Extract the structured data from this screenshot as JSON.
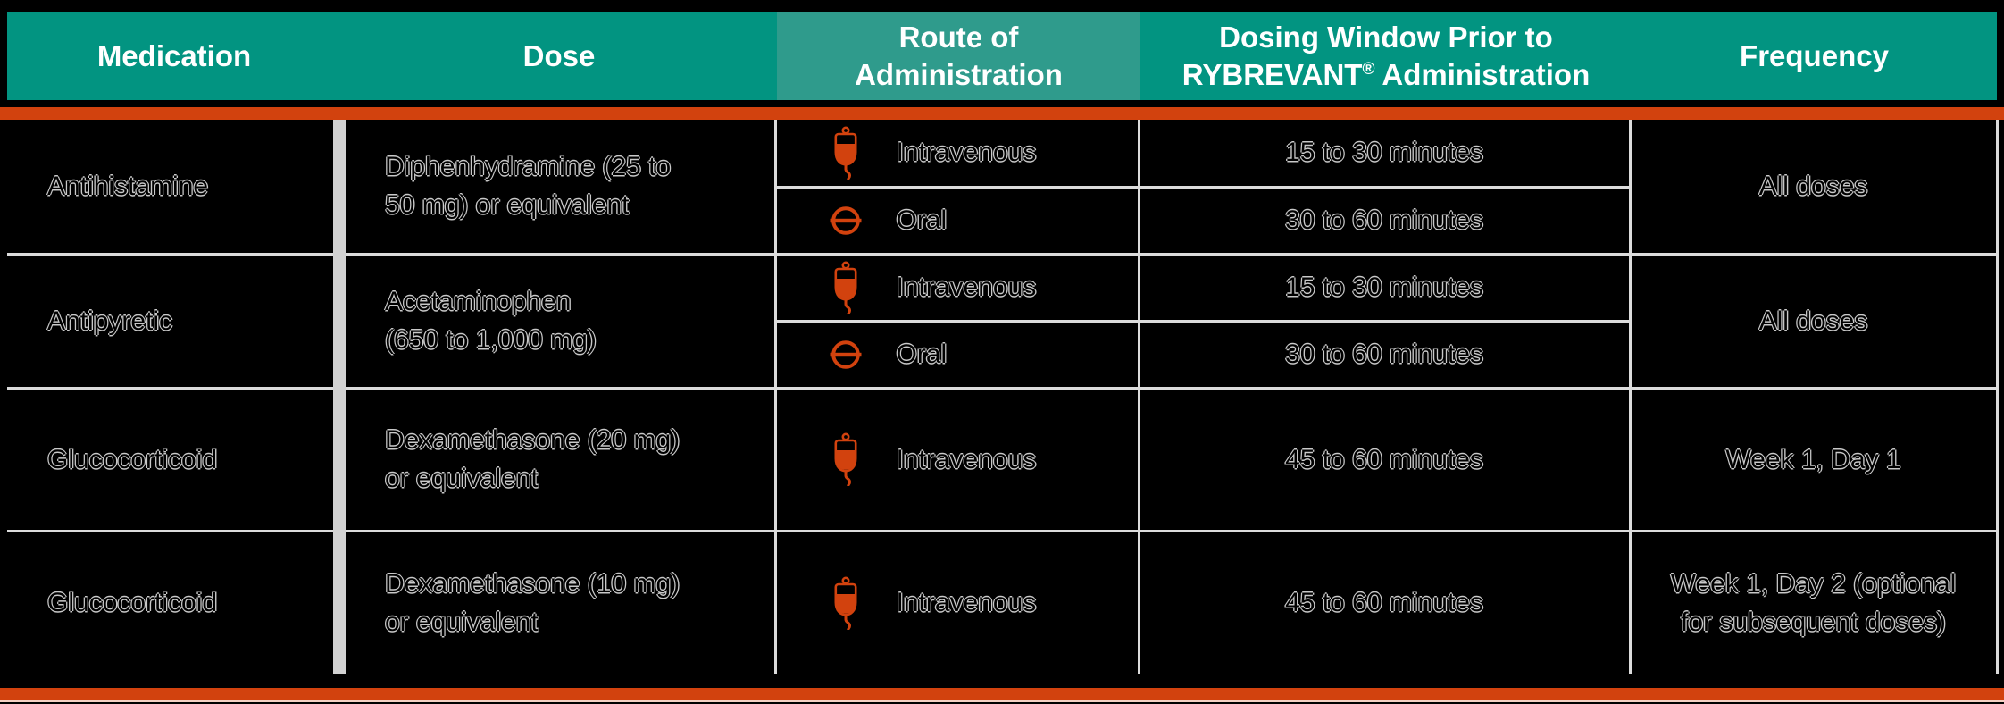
{
  "colors": {
    "header_teal": "#029481",
    "header_teal_light": "#2f9b8c",
    "accent_orange": "#d2420e",
    "thick_divider_gray": "#d2d2d2",
    "grid_line": "#dcdcdc",
    "header_text": "#ffffff",
    "body_text": "#000000",
    "body_text_outline": "#c9c9c9",
    "background": "#000000"
  },
  "header": {
    "medication": "Medication",
    "dose": "Dose",
    "route": "Route of\nAdministration",
    "dosing_line1": "Dosing Window Prior to",
    "dosing_brand": "RYBREVANT",
    "dosing_reg_mark": "®",
    "dosing_line2_rest": " Administration",
    "frequency": "Frequency"
  },
  "rows": [
    {
      "medication": "Antihistamine",
      "dose": "Diphenhydramine (25 to\n50 mg) or equivalent",
      "routes": [
        {
          "icon": "iv-bag",
          "label": "Intravenous",
          "dosing_window": "15 to 30 minutes"
        },
        {
          "icon": "oral-tablet",
          "label": "Oral",
          "dosing_window": "30 to 60 minutes"
        }
      ],
      "frequency": "All doses"
    },
    {
      "medication": "Antipyretic",
      "dose": "Acetaminophen\n(650 to 1,000 mg)",
      "routes": [
        {
          "icon": "iv-bag",
          "label": "Intravenous",
          "dosing_window": "15 to 30 minutes"
        },
        {
          "icon": "oral-tablet",
          "label": "Oral",
          "dosing_window": "30 to 60 minutes"
        }
      ],
      "frequency": "All doses"
    },
    {
      "medication": "Glucocorticoid",
      "dose": "Dexamethasone (20 mg)\nor equivalent",
      "routes": [
        {
          "icon": "iv-bag",
          "label": "Intravenous",
          "dosing_window": "45 to 60 minutes"
        }
      ],
      "frequency": "Week 1, Day 1"
    },
    {
      "medication": "Glucocorticoid",
      "dose": "Dexamethasone (10 mg)\nor equivalent",
      "routes": [
        {
          "icon": "iv-bag",
          "label": "Intravenous",
          "dosing_window": "45 to 60 minutes"
        }
      ],
      "frequency": "Week 1, Day 2 (optional\nfor subsequent doses)"
    }
  ]
}
